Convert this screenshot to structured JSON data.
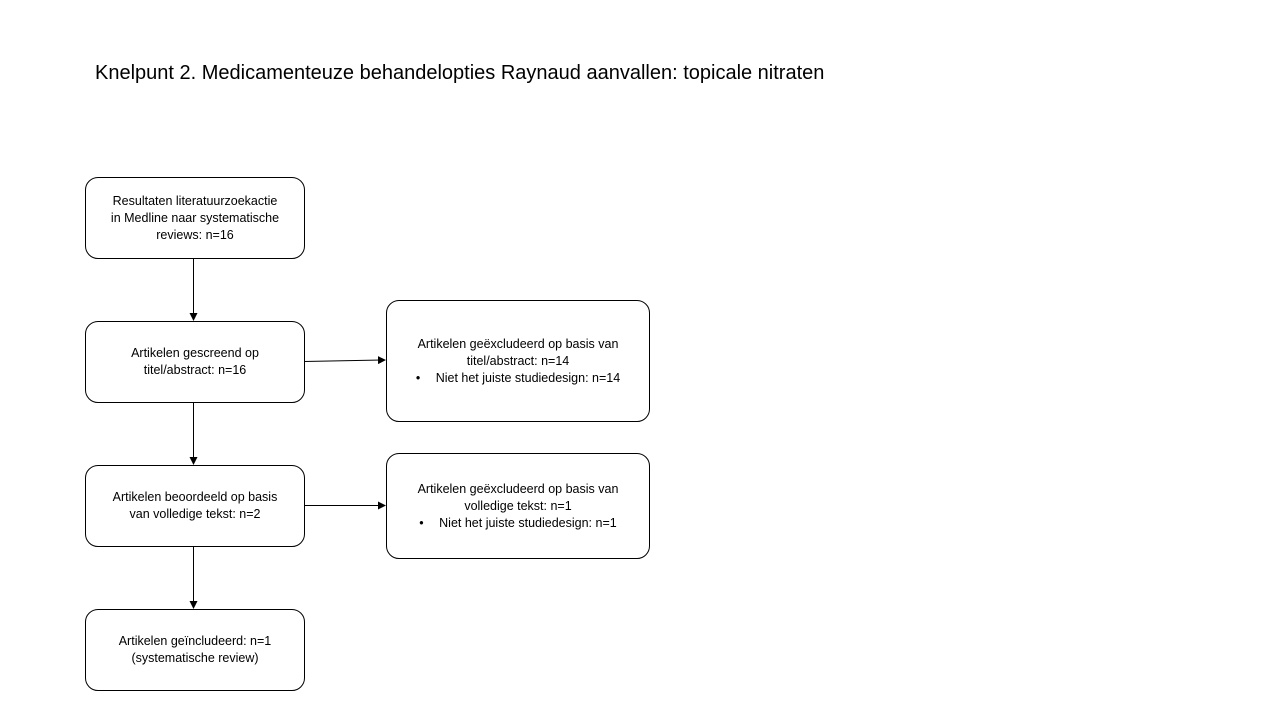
{
  "title": "Knelpunt 2. Medicamenteuze behandelopties Raynaud aanvallen: topicale nitraten",
  "boxes": {
    "search": {
      "lines": [
        "Resultaten literatuurzoekactie",
        "in Medline naar systematische",
        "reviews: n=16"
      ]
    },
    "screened": {
      "lines": [
        "Artikelen gescreend op",
        "titel/abstract: n=16"
      ]
    },
    "fulltext": {
      "lines": [
        "Artikelen beoordeeld op basis",
        "van volledige tekst: n=2"
      ]
    },
    "included": {
      "lines": [
        "Artikelen geïncludeerd: n=1",
        "(systematische review)"
      ]
    },
    "excluded_abstract": {
      "lines": [
        "Artikelen geëxcludeerd op basis van",
        "titel/abstract: n=14"
      ],
      "bullet": "Niet het juiste studiedesign: n=14"
    },
    "excluded_fulltext": {
      "lines": [
        "Artikelen geëxcludeerd op basis van",
        "volledige tekst: n=1"
      ],
      "bullet": "Niet het juiste studiedesign: n=1"
    }
  },
  "bullet_symbol": "•"
}
